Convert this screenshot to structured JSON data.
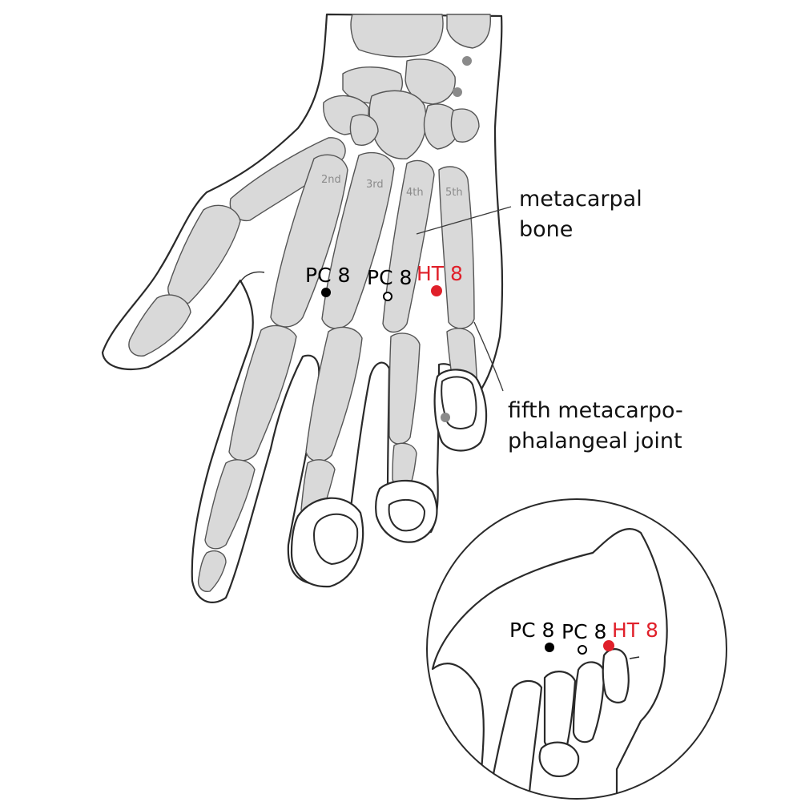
{
  "labels": {
    "metacarpal_line1": "metacarpal",
    "metacarpal_line2": "bone",
    "joint_line1": "fifth metacarpo-",
    "joint_line2": "phalangeal joint"
  },
  "bone_labels": [
    "2nd",
    "3rd",
    "4th",
    "5th"
  ],
  "points": {
    "pc8": "PC 8",
    "pc8_alt": "PC 8",
    "ht8": "HT 8"
  },
  "inset_points": {
    "pc8": "PC 8",
    "pc8_alt": "PC 8",
    "ht8": "HT 8"
  },
  "colors": {
    "highlight": "#e0202a",
    "bone_fill": "#d9d9d9",
    "landmark_dot": "#8a8a8a"
  }
}
